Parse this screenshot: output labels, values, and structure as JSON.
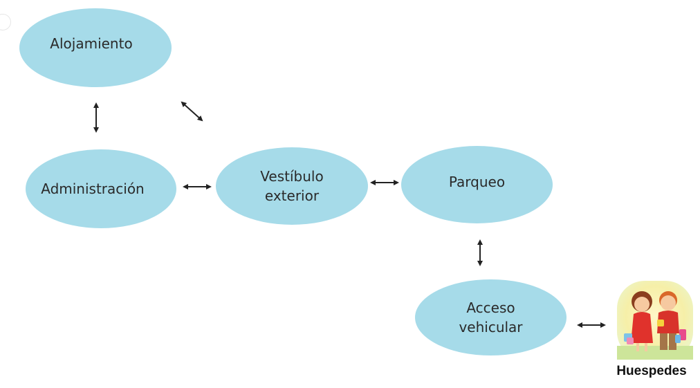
{
  "colors": {
    "node_fill": "#a6dbe9",
    "arrow": "#222222",
    "background": "#ffffff"
  },
  "nodes": {
    "alojamiento": [
      "Alojamiento"
    ],
    "administracion": [
      "Administración"
    ],
    "vestibulo": [
      "Vestíbulo",
      "exterior"
    ],
    "parqueo": [
      "Parqueo"
    ],
    "acceso": [
      "Acceso",
      "vehicular"
    ]
  },
  "guests": {
    "label": "Huespedes",
    "icon": "couple-illustration-icon"
  },
  "connections": [
    [
      "Alojamiento",
      "Administración"
    ],
    [
      "Alojamiento",
      "Vestíbulo exterior"
    ],
    [
      "Administración",
      "Vestíbulo exterior"
    ],
    [
      "Vestíbulo exterior",
      "Parqueo"
    ],
    [
      "Parqueo",
      "Acceso vehicular"
    ],
    [
      "Acceso vehicular",
      "Huespedes"
    ]
  ]
}
